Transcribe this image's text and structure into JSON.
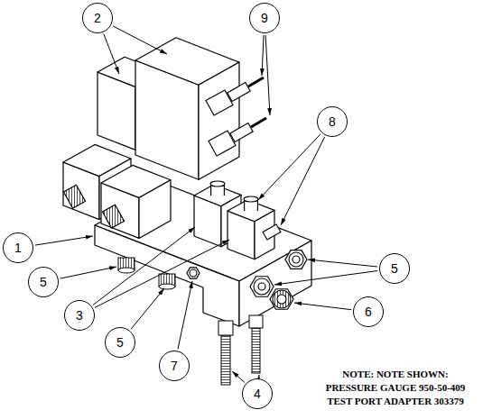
{
  "diagram": {
    "labels": [
      "2",
      "9",
      "8",
      "1",
      "5",
      "5",
      "5",
      "3",
      "6",
      "7",
      "4",
      "NOTE: NOTE SHOWN:",
      "PRESSURE GAUGE 950-50-409",
      "TEST PORT ADAPTER 303379"
    ]
  }
}
